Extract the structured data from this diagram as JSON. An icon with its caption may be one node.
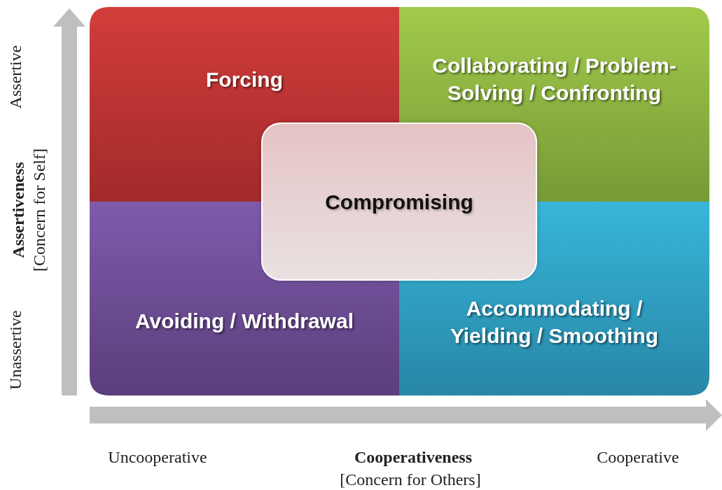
{
  "diagram": {
    "nodes": [
      {
        "text": [
          "Forcing"
        ]
      },
      {
        "text": [
          "Collaborating / Problem-Solving / Confronting"
        ]
      },
      {
        "text": [
          "Avoiding / Withdrawal"
        ]
      },
      {
        "text": [
          "Accommodating / Yielding / Smoothing"
        ]
      },
      {
        "text": [
          "Compromising"
        ]
      }
    ],
    "edges": [],
    "labels": [
      "Assertive",
      "Assertiveness",
      "[Concern for Self]",
      "Unassertive",
      "Uncooperative",
      "Cooperativeness",
      "[Concern for Others]",
      "Cooperative"
    ]
  }
}
